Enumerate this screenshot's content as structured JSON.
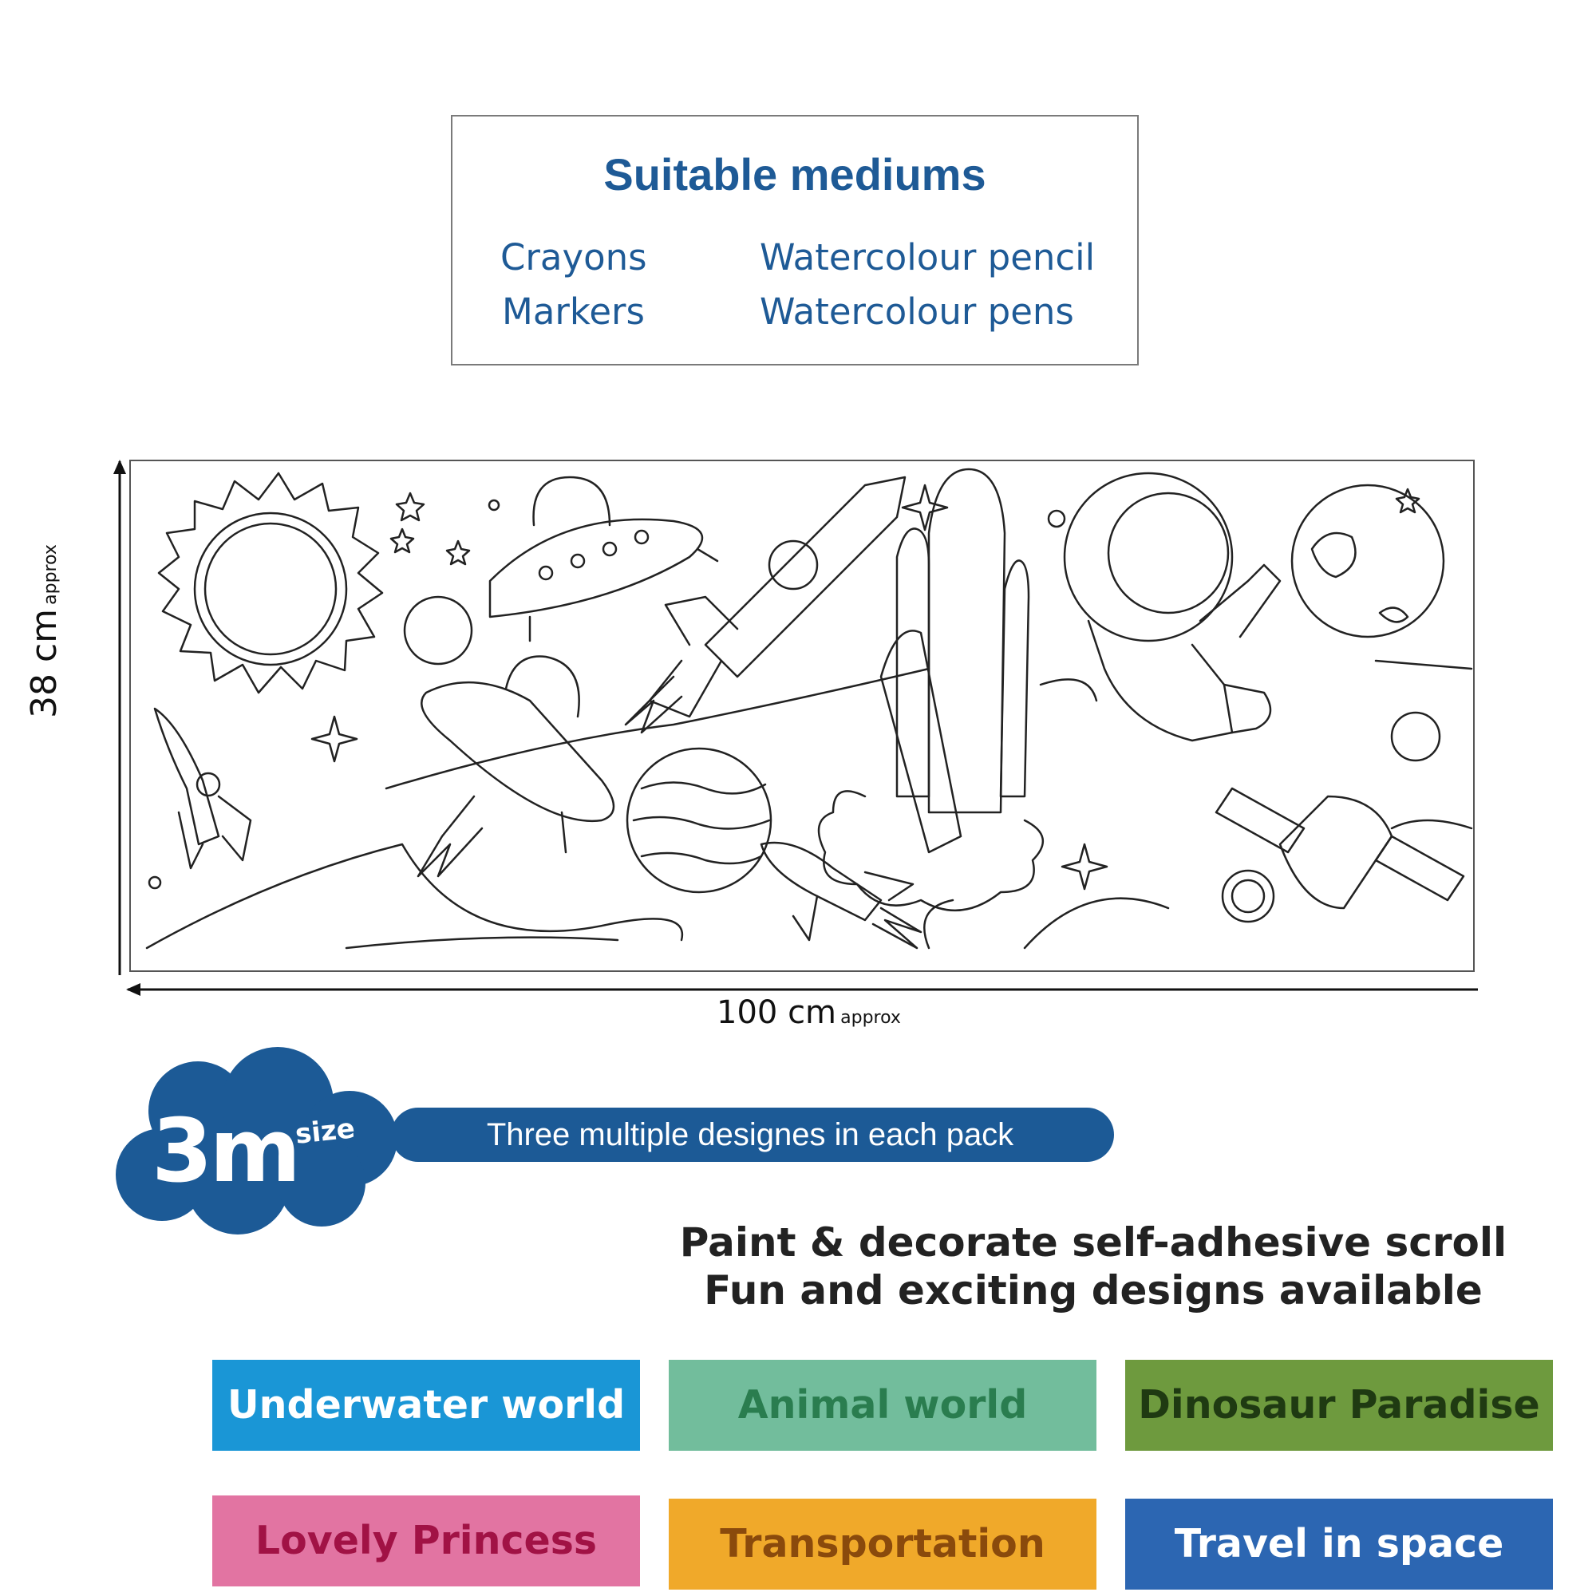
{
  "mediums": {
    "title": "Suitable mediums",
    "items": [
      "Crayons",
      "Watercolour pencil",
      "Markers",
      "Watercolour pens"
    ]
  },
  "dimensions": {
    "height_value": "38 cm",
    "height_note": "approx",
    "width_value": "100 cm",
    "width_note": "approx"
  },
  "badge": {
    "size_value": "3m",
    "size_label": "size",
    "pill_text": "Three multiple designes in each pack"
  },
  "taglines": [
    "Paint & decorate self-adhesive scroll",
    "Fun and exciting designs available"
  ],
  "themes": [
    {
      "label": "Underwater world",
      "bg": "#1a96d6",
      "fg": "#ffffff"
    },
    {
      "label": "Animal world",
      "bg": "#72bd9c",
      "fg": "#2a7d4f"
    },
    {
      "label": "Dinosaur Paradise",
      "bg": "#6e9a3e",
      "fg": "#1f3a12"
    },
    {
      "label": "Lovely Princess",
      "bg": "#e274a2",
      "fg": "#a11245"
    },
    {
      "label": "Transportation",
      "bg": "#f0a92a",
      "fg": "#8a4a0c"
    },
    {
      "label": "Travel in space",
      "bg": "#2c66b2",
      "fg": "#ffffff"
    }
  ],
  "colors": {
    "accent_blue": "#1e5a96",
    "badge_blue": "#1c5a96"
  }
}
